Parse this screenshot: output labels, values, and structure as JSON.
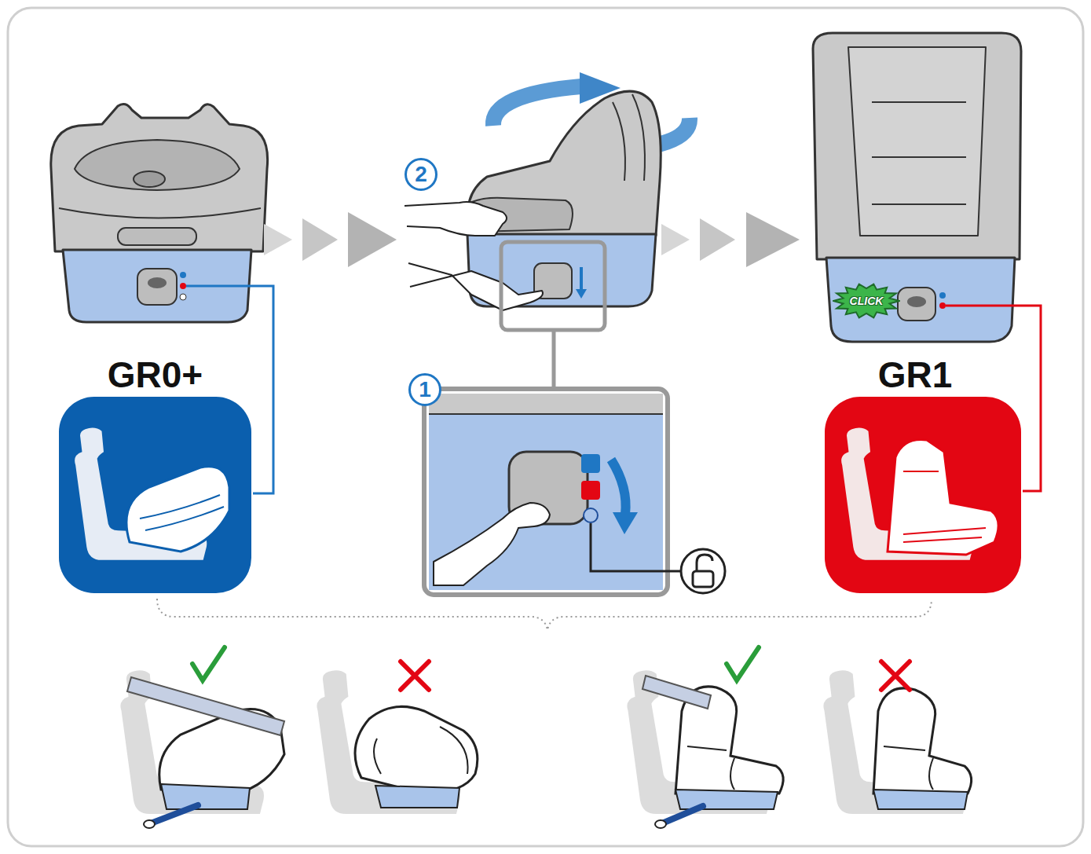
{
  "diagram": {
    "nodes": [
      {
        "text": [
          "GR0+"
        ]
      },
      {
        "text": [
          "2"
        ]
      },
      {
        "text": [
          "1"
        ]
      },
      {
        "text": [
          "CLICK"
        ]
      },
      {
        "text": [
          "GR1"
        ]
      }
    ]
  }
}
